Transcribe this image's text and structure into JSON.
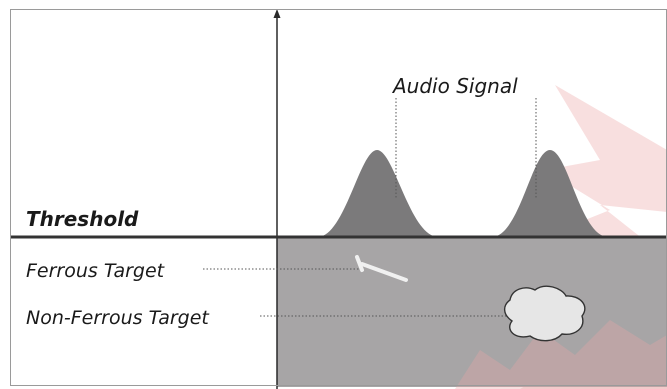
{
  "diagram": {
    "labels": {
      "audio_signal": "Audio Signal",
      "threshold": "Threshold",
      "ferrous_target": "Ferrous Target",
      "non_ferrous_target": "Non-Ferrous Target"
    },
    "colors": {
      "background": "#ffffff",
      "frame": "#9a9a9a",
      "ground_fill": "#a7a5a6",
      "signal_peak": "#7b7a7b",
      "threshold_line": "#333333",
      "axis": "#2a2a2a",
      "leader_line": "#555555",
      "ferrous_object": "#f0f0f0",
      "non_ferrous_object": "#e6e6e6",
      "watermark": "#e8a6a6"
    },
    "icons": {
      "ferrous_object": "nail-icon",
      "non_ferrous_object": "nugget-icon",
      "watermark": "lightning-watermark"
    }
  }
}
